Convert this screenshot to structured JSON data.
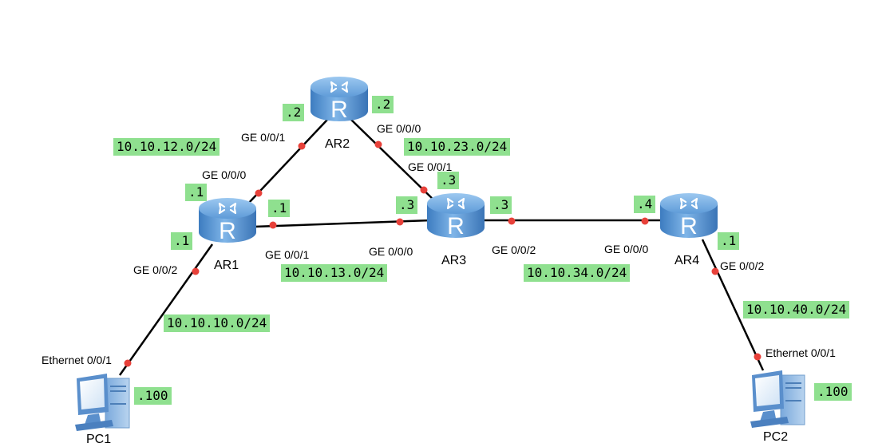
{
  "diagram": {
    "title": "Network topology",
    "colors": {
      "label_bg": "#8fe08f",
      "port_dot": "#e8413a",
      "link": "#000000",
      "router_blue": "#5b9bd5"
    },
    "devices": {
      "ar1": {
        "name": "AR1",
        "type": "router"
      },
      "ar2": {
        "name": "AR2",
        "type": "router"
      },
      "ar3": {
        "name": "AR3",
        "type": "router"
      },
      "ar4": {
        "name": "AR4",
        "type": "router"
      },
      "pc1": {
        "name": "PC1",
        "type": "pc"
      },
      "pc2": {
        "name": "PC2",
        "type": "pc"
      }
    },
    "ports": {
      "ar1_g000": "GE 0/0/0",
      "ar1_g001": "GE 0/0/1",
      "ar1_g002": "GE 0/0/2",
      "ar2_g001": "GE 0/0/1",
      "ar2_g000": "GE 0/0/0",
      "ar3_g001": "GE 0/0/1",
      "ar3_g000": "GE 0/0/0",
      "ar3_g002": "GE 0/0/2",
      "ar4_g000": "GE 0/0/0",
      "ar4_g002": "GE 0/0/2",
      "pc1_eth": "Ethernet 0/0/1",
      "pc2_eth": "Ethernet 0/0/1"
    },
    "subnets": {
      "ar1_ar2": "10.10.12.0/24",
      "ar2_ar3": "10.10.23.0/24",
      "ar1_ar3": "10.10.13.0/24",
      "ar3_ar4": "10.10.34.0/24",
      "ar1_pc1": "10.10.10.0/24",
      "ar4_pc2": "10.10.40.0/24"
    },
    "hosts": {
      "ar2_left": ".2",
      "ar2_right": ".2",
      "ar1_top": ".1",
      "ar1_right": ".1",
      "ar1_left": ".1",
      "ar3_top": ".3",
      "ar3_left": ".3",
      "ar3_right": ".3",
      "ar4_left": ".4",
      "ar4_right": ".1",
      "pc1": ".100",
      "pc2": ".100"
    }
  }
}
